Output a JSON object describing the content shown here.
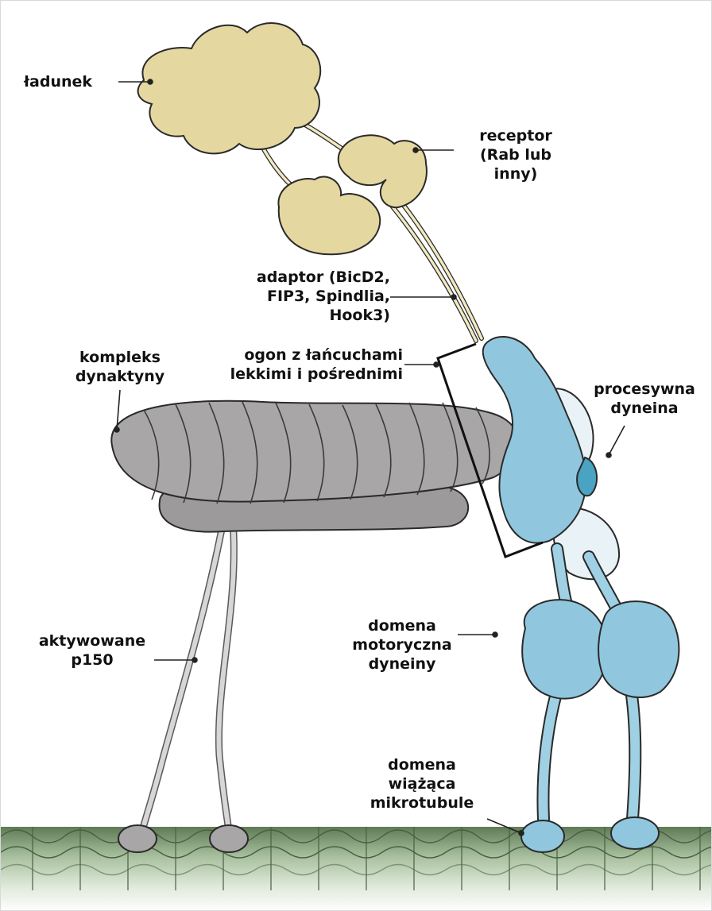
{
  "colors": {
    "cargo": "#e4d7a0",
    "dynactin": "#a9a6a7",
    "dynein": "#90c7de",
    "dynein_light": "#e8f2f7",
    "microtubule": "#b8cfae",
    "outline": "#2a2a2a"
  },
  "labels": {
    "cargo": "ładunek",
    "receptor": [
      "receptor",
      "(Rab lub",
      "inny)"
    ],
    "adaptor": [
      "adaptor (BicD2,",
      "FIP3, Spindlia,",
      "Hook3)"
    ],
    "dynactin": [
      "kompleks",
      "dynaktyny"
    ],
    "tail": [
      "ogon z łańcuchami",
      "lekkimi i pośrednimi"
    ],
    "dynein": [
      "procesywna",
      "dyneina"
    ],
    "p150": [
      "aktywowane",
      "p150"
    ],
    "motor": [
      "domena",
      "motoryczna",
      "dyneiny"
    ],
    "mtbd": [
      "domena",
      "wiążąca",
      "mikrotubule"
    ]
  }
}
